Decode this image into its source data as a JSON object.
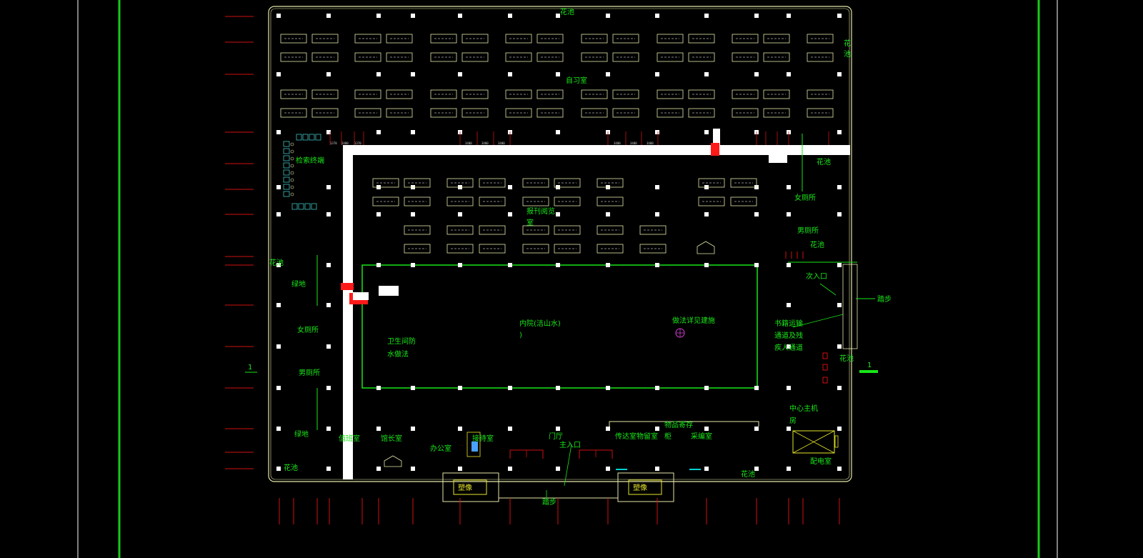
{
  "colors": {
    "background": "#000000",
    "wall": "#e6e6aa",
    "label": "#19e619",
    "label_yellow": "#e6e62a",
    "corridor": "#ffffff",
    "column": "#ffffff",
    "fixture": "#ff1a1a",
    "dimension": "#d01010",
    "axis_line": "#19c819",
    "frame_line": "#ffffff",
    "accent": "#00d0d0"
  },
  "labels": {
    "flower_top": "花池",
    "flower_right_top": "花",
    "flower_right_top2": "池",
    "study_room": "自习室",
    "catalog_terminal": "检索终端",
    "flower_mid_right": "花池",
    "female_toilet_right": "女厕所",
    "male_toilet_right": "男厕所",
    "flower_right_mid": "花池",
    "reading_room_1": "报刊阅览",
    "reading_room_2": "室",
    "side_entrance": "次入口",
    "steps_right": "踏步",
    "flower_left": "花池",
    "green_left_1": "绿地",
    "female_toilet_left": "女厕所",
    "sanitary_1": "卫生间防",
    "sanitary_2": "水做法",
    "courtyard": "内院(洁山水)",
    "courtyard_note": ")",
    "pool_note": "做法详见建施",
    "book_transport_1": "书籍运输",
    "book_transport_2": "通道及残",
    "book_transport_3": "疾人通道",
    "flower_right_low": "花池",
    "male_toilet_left": "男厕所",
    "green_left_2": "绿地",
    "central_host_1": "中心主机",
    "central_host_2": "房",
    "storage": "物品寄存",
    "counter": "柜",
    "lobby": "门厅",
    "main_entrance": "主入口",
    "copy_room": "传达室",
    "storage_room": "物留室",
    "collection_room": "采编室",
    "curator_room": "馆长室",
    "office": "办公室",
    "reception": "接待室",
    "duty_room": "值班室",
    "flower_left_bottom": "花池",
    "distribution_room": "配电室",
    "flower_bottom_right": "花池",
    "sculpture_left": "塑像",
    "sculpture_right": "塑像",
    "steps_bottom": "踏步",
    "axis_left": "1",
    "axis_right": "1"
  },
  "dims": {
    "d1": "1370",
    "d2": "2400",
    "d3": "1370",
    "d4": "3400",
    "d5": "3400",
    "d6": "3400",
    "d7": "3400",
    "d8": "3400",
    "d9": "3400"
  },
  "table_text": "— — —"
}
